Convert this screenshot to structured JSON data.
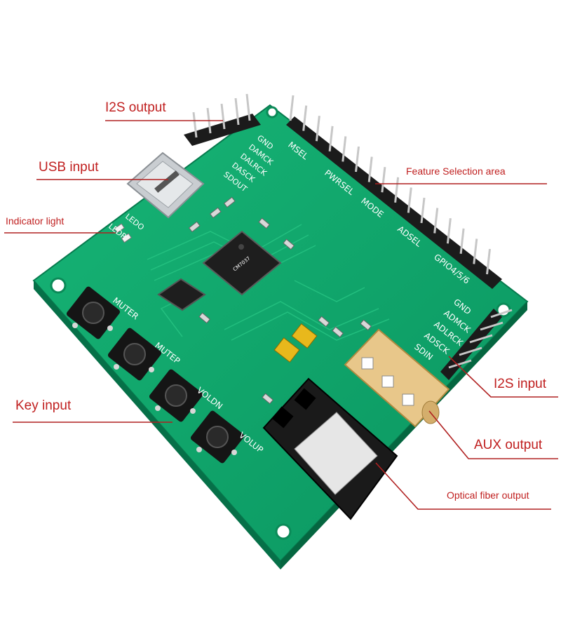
{
  "callouts": {
    "i2s_output": "I2S output",
    "usb_input": "USB input",
    "indicator_light": "Indicator light",
    "feature_selection": "Feature Selection area",
    "key_input": "Key input",
    "i2s_input": "I2S input",
    "aux_output": "AUX output",
    "optical_output": "Optical fiber output"
  },
  "board": {
    "header_out_pins": [
      "GND",
      "DAMCK",
      "DALRCK",
      "DASCK",
      "SDOUT"
    ],
    "feature_pins": [
      "MSEL",
      "PWRSEL",
      "MODE",
      "ADSEL",
      "GPIO4/5/6"
    ],
    "header_in_pins": [
      "GND",
      "ADMCK",
      "ADLRCK",
      "ADSCK",
      "SDIN"
    ],
    "leds": [
      "LEDO",
      "LEDR"
    ],
    "buttons": [
      "MUTER",
      "MUTEP",
      "VOLDN",
      "VOLUP"
    ]
  },
  "colors": {
    "pcb": "#0fa86c",
    "label": "#c01f1f",
    "leader": "#b02020"
  }
}
